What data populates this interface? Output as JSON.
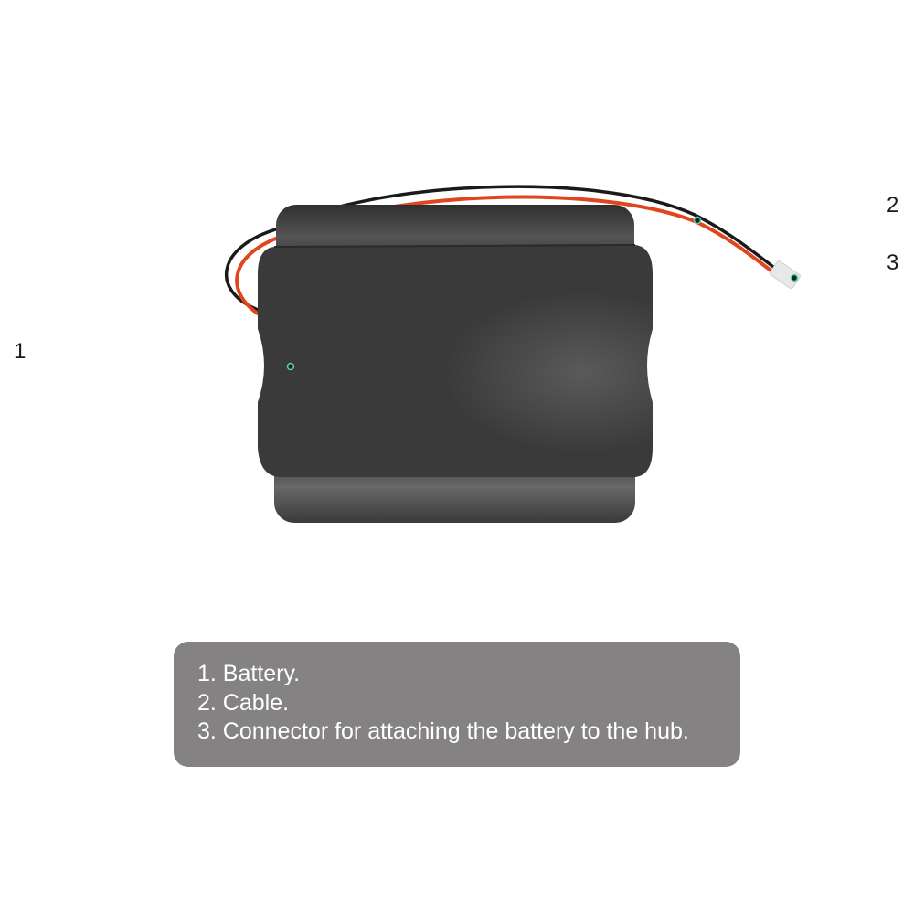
{
  "callouts": [
    {
      "number": "1",
      "target": "Battery"
    },
    {
      "number": "2",
      "target": "Cable"
    },
    {
      "number": "3",
      "target": "Connector"
    }
  ],
  "legend": {
    "items": [
      "1. Battery.",
      "2. Cable.",
      "3. Connector for attaching the battery to the hub."
    ]
  },
  "colors": {
    "battery_body": "#3a3a3a",
    "battery_highlight": "#6a6a6a",
    "wire_red": "#e0461e",
    "wire_black": "#1a1a1a",
    "connector": "#e8e8e8",
    "callout_line_accent": "#5fd1b0",
    "callout_line_gray": "#6a6a6a",
    "legend_bg": "#858283",
    "legend_text": "#ffffff"
  }
}
